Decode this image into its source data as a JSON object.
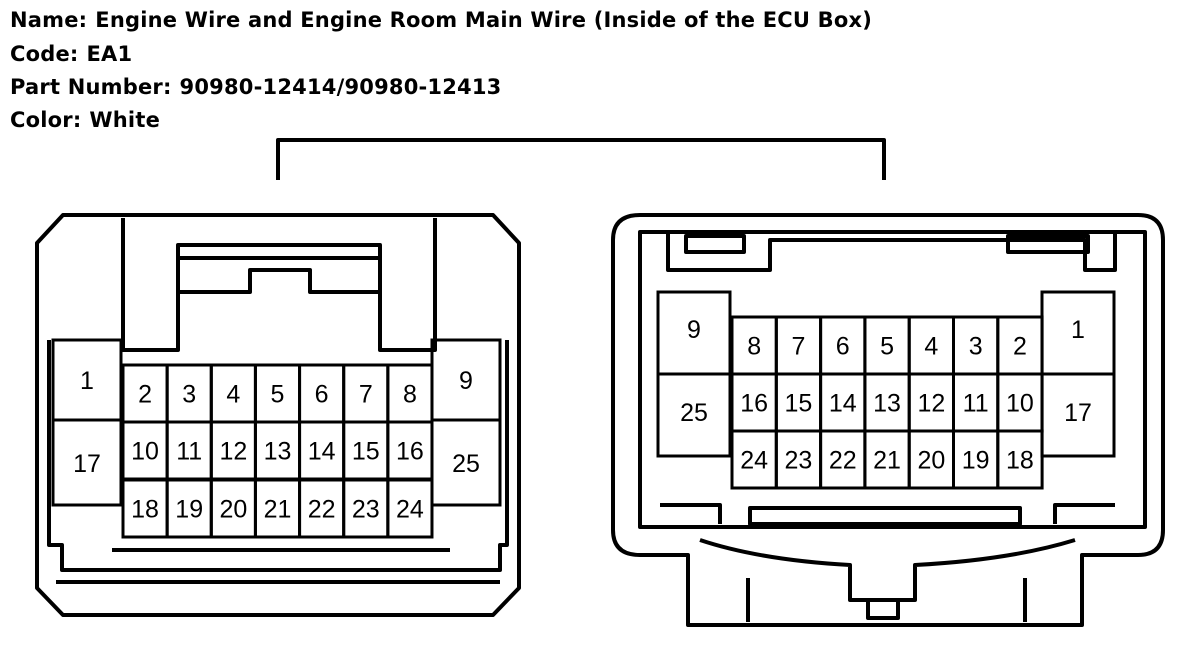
{
  "header": {
    "name_label": "Name:",
    "name_value": "Engine Wire and Engine Room Main Wire (Inside of the ECU Box)",
    "code_label": "Code:",
    "code_value": "EA1",
    "part_label": "Part Number:",
    "part_value": "90980-12414/90980-12413",
    "color_label": "Color:",
    "color_value": "White"
  },
  "left_connector": {
    "left_side": [
      "1",
      "17"
    ],
    "right_side": [
      "9",
      "25"
    ],
    "row1": [
      "2",
      "3",
      "4",
      "5",
      "6",
      "7",
      "8"
    ],
    "row2": [
      "10",
      "11",
      "12",
      "13",
      "14",
      "15",
      "16"
    ],
    "row3": [
      "18",
      "19",
      "20",
      "21",
      "22",
      "23",
      "24"
    ]
  },
  "right_connector": {
    "left_side": [
      "9",
      "25"
    ],
    "right_side": [
      "1",
      "17"
    ],
    "row1": [
      "8",
      "7",
      "6",
      "5",
      "4",
      "3",
      "2"
    ],
    "row2": [
      "16",
      "15",
      "14",
      "13",
      "12",
      "11",
      "10"
    ],
    "row3": [
      "24",
      "23",
      "22",
      "21",
      "20",
      "19",
      "18"
    ]
  }
}
